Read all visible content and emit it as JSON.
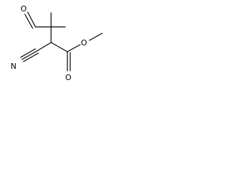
{
  "molecule": {
    "atoms": {
      "aldehyde_oxygen": "O",
      "ester_carbonyl_oxygen": "O",
      "ester_ether_oxygen": "O",
      "nitrile_nitrogen": "N"
    },
    "colors": {
      "bond": "#000000",
      "background": "#ffffff"
    }
  }
}
